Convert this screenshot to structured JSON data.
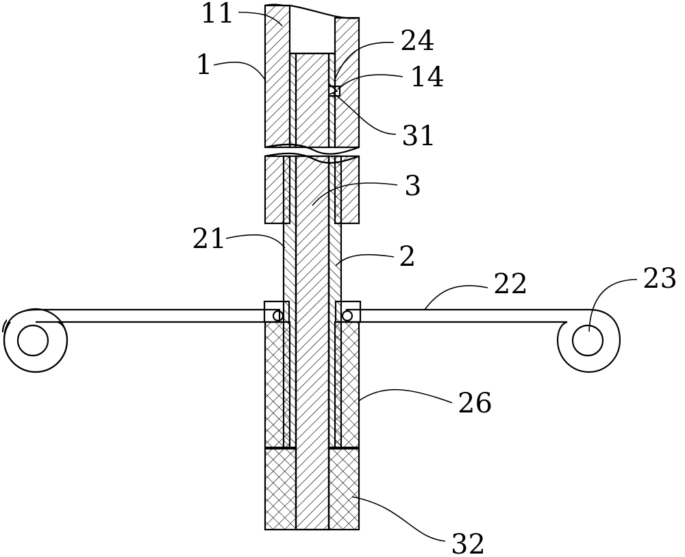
{
  "labels": {
    "l11": "11",
    "l1": "1",
    "l24": "24",
    "l14": "14",
    "l31": "31",
    "l3": "3",
    "l21": "21",
    "l2": "2",
    "l22": "22",
    "l23": "23",
    "l26": "26",
    "l32": "32"
  },
  "colors": {
    "line": "#000000",
    "background": "#ffffff"
  }
}
